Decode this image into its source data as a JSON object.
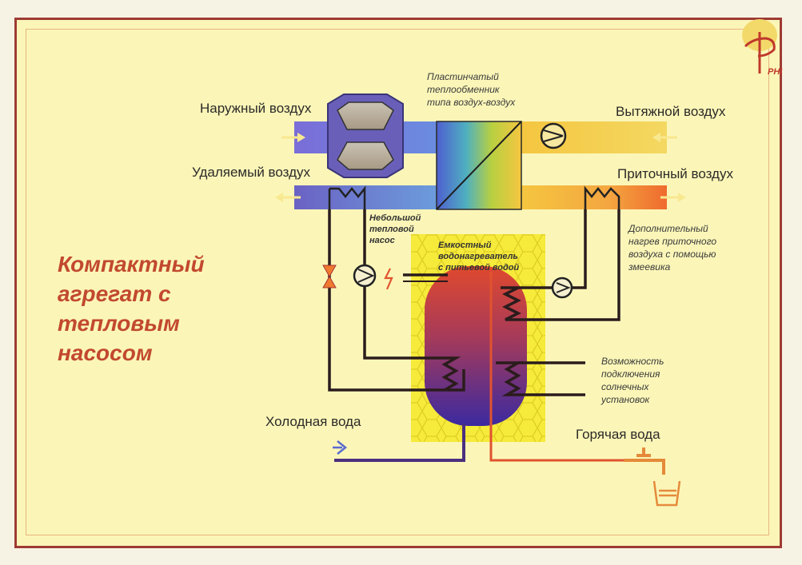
{
  "title": "Компактный\nагрегат с\nтепловым\nнасосом",
  "labels": {
    "outdoor_air": "Наружный воздух",
    "exhaust_air": "Вытяжной воздух",
    "removed_air": "Удаляемый воздух",
    "supply_air": "Приточный воздух",
    "heat_exchanger": "Пластинчатый\nтеплообменник\nтипа воздух-воздух",
    "small_heat_pump": "Небольшой\nтепловой\nнасос",
    "storage_heater": "Емкостный\nводонагреватель\nс питьевой водой",
    "additional_heating": "Дополнительный\nнагрев приточного\nвоздуха с помощью\nзмеевика",
    "solar_option": "Возможность\nподключения\nсолнечных\nустановок",
    "cold_water": "Холодная вода",
    "hot_water": "Горячая вода",
    "logo": "PHI"
  },
  "colors": {
    "frame": "#9e3b34",
    "background": "#fbf6b8",
    "title": "#c2492e",
    "pipe": "#2a1c1c",
    "hot_pipe": "#e0532f",
    "cold_pipe": "#4b2f7f"
  }
}
